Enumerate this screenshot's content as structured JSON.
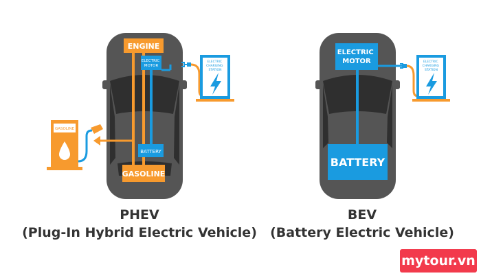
{
  "colors": {
    "body": "#555555",
    "glass": "#2f2f2f",
    "orange": "#f79a2e",
    "blue": "#1a9be0",
    "caption": "#333333",
    "watermark_bg": "#f23a4c"
  },
  "phev": {
    "engine_label": "ENGINE",
    "motor_label": [
      "ELECTRIC",
      "MOTOR"
    ],
    "battery_label": "BATTERY",
    "gasoline_label": "GASOLINE",
    "station_label": [
      "ELECTRIC",
      "CHARGING",
      "STATION"
    ],
    "pump_label": "GASOLINE",
    "caption_line1": "PHEV",
    "caption_line2": "(Plug-In Hybrid Electric Vehicle)"
  },
  "bev": {
    "motor_label": [
      "ELECTRIC",
      "MOTOR"
    ],
    "battery_label": "BATTERY",
    "station_label": [
      "ELECTRIC",
      "CHARGING",
      "STATION"
    ],
    "caption_line1": "BEV",
    "caption_line2": "(Battery Electric Vehicle)"
  },
  "watermark": "mytour.vn"
}
